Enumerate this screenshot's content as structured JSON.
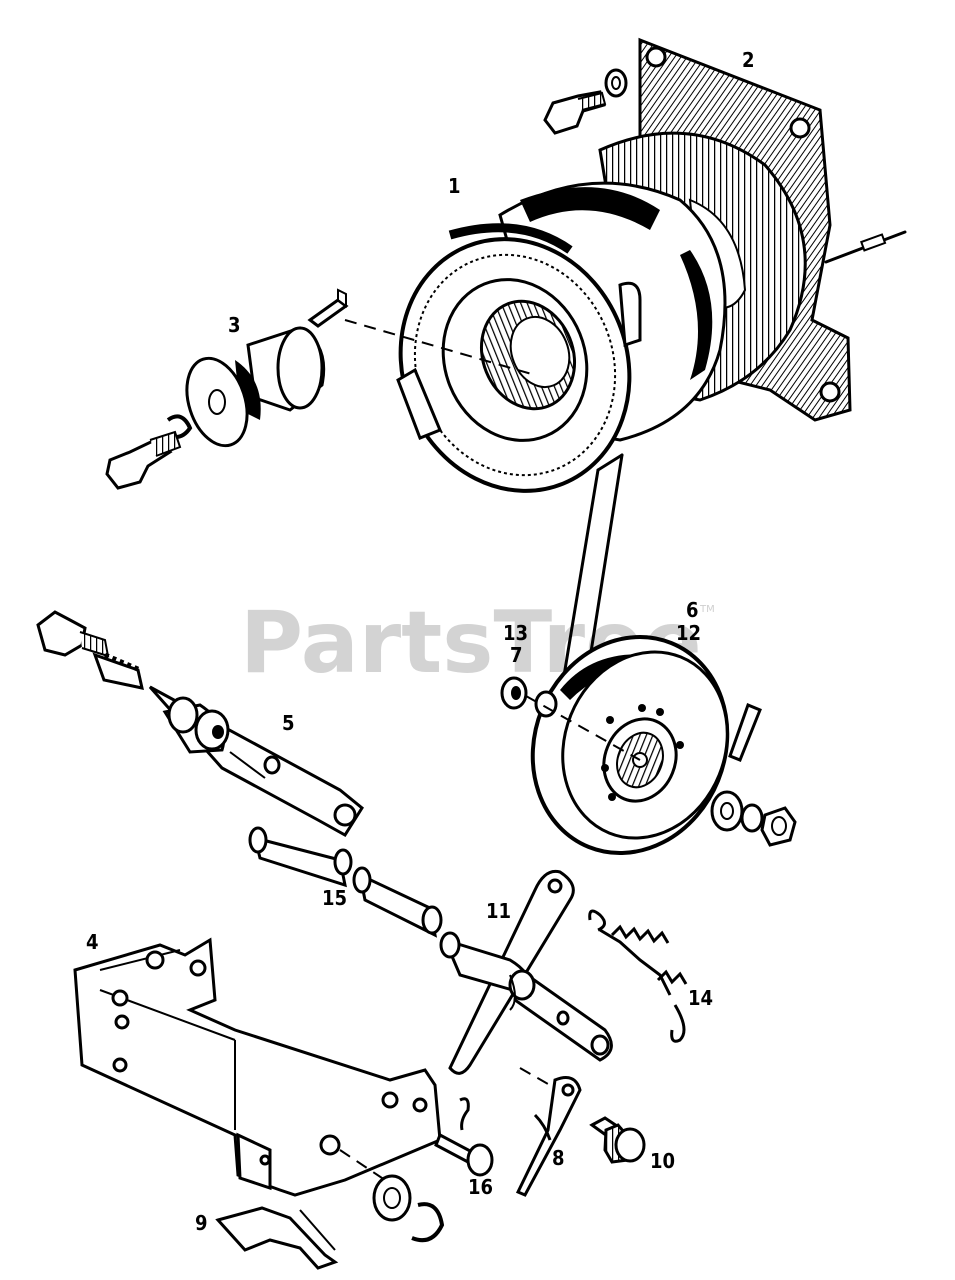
{
  "watermark": {
    "text": "PartsTree",
    "tm": "TM"
  },
  "callouts": {
    "c1": "1",
    "c2": "2",
    "c3": "3",
    "c4": "4",
    "c5": "5",
    "c6": "6",
    "c12": "12",
    "c13": "13",
    "c7": "7",
    "c11": "11",
    "c15": "15",
    "c14": "14",
    "c8": "8",
    "c10": "10",
    "c16": "16",
    "c9": "9"
  }
}
